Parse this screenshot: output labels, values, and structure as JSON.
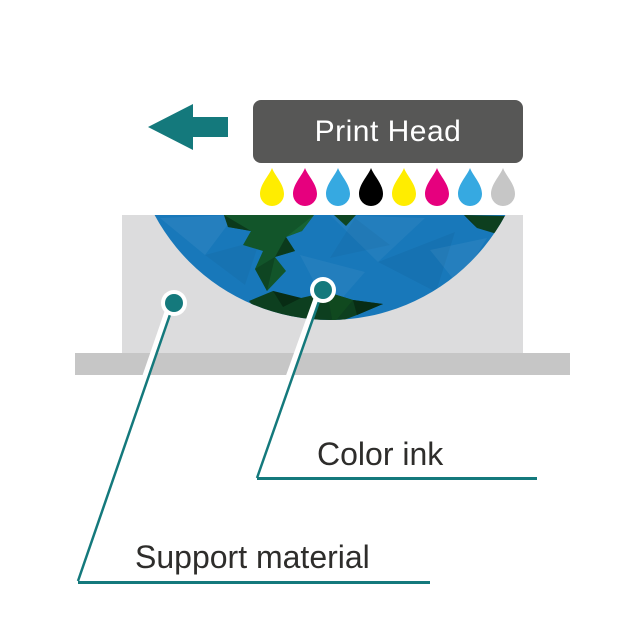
{
  "diagram_subject": "color-3d-printing-process",
  "print_head": {
    "label": "Print Head",
    "bg_color": "#575756",
    "text_color": "#ffffff"
  },
  "arrow": {
    "direction": "left",
    "color": "#14797c"
  },
  "ink_droplets": [
    {
      "name": "yellow-ink-drop",
      "color": "#ffed00"
    },
    {
      "name": "magenta-ink-drop",
      "color": "#e6007e"
    },
    {
      "name": "cyan-ink-drop",
      "color": "#36a9e1"
    },
    {
      "name": "black-ink-drop",
      "color": "#000000"
    },
    {
      "name": "yellow-ink-drop",
      "color": "#ffed00"
    },
    {
      "name": "magenta-ink-drop",
      "color": "#e6007e"
    },
    {
      "name": "cyan-ink-drop",
      "color": "#36a9e1"
    },
    {
      "name": "gray-ink-drop",
      "color": "#c6c6c6"
    }
  ],
  "build_area": {
    "support_block_color": "#dcdcdd",
    "platform_color": "#c6c6c6",
    "ocean_color": "#1878ba",
    "land_color": "#12552a"
  },
  "callouts": {
    "line_color": "#14797c",
    "dot_ring_color": "#ffffff",
    "text_color": "#2e2d2b",
    "color_ink": {
      "label": "Color ink"
    },
    "support_material": {
      "label": "Support material"
    }
  }
}
